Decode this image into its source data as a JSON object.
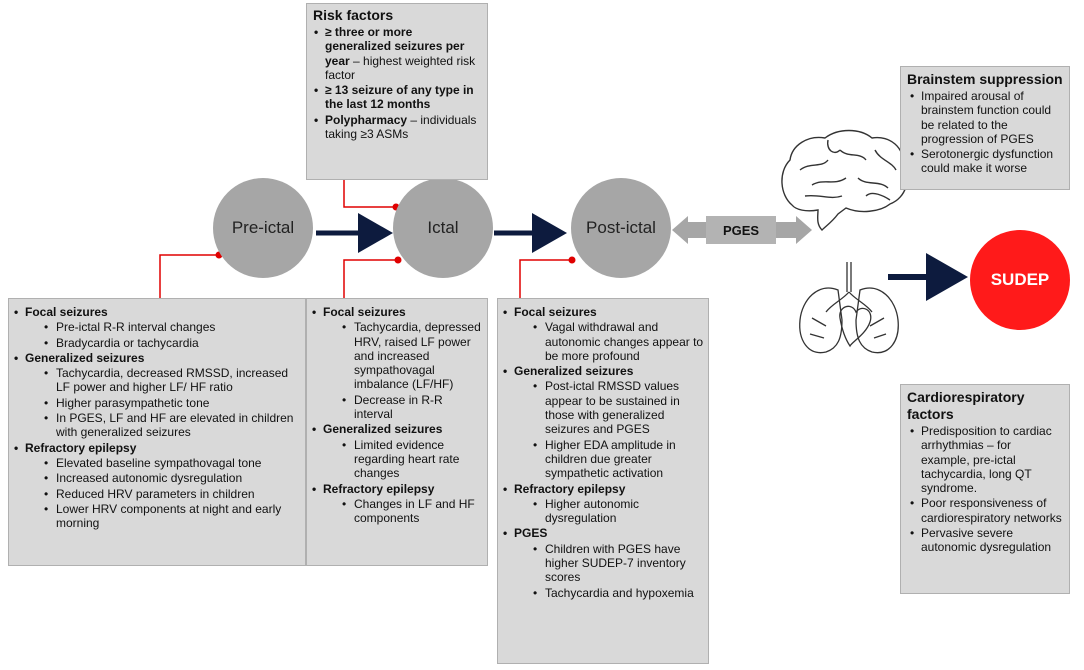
{
  "stages": {
    "preictal": "Pre-ictal",
    "ictal": "Ictal",
    "postictal": "Post-ictal",
    "pges_arrow": "PGES",
    "sudep": "SUDEP"
  },
  "risk_factors": {
    "title": "Risk factors",
    "items": [
      {
        "bold": "≥ three or more generalized seizures per year",
        "rest": " –  highest weighted risk factor"
      },
      {
        "bold": "≥ 13 seizure of any type in the last 12 months",
        "rest": ""
      },
      {
        "bold": "Polypharmacy",
        "rest": " – individuals taking ≥3 ASMs"
      }
    ]
  },
  "preictal_box": {
    "sections": [
      {
        "heading": "Focal seizures",
        "items": [
          "Pre-ictal R-R interval changes",
          "Bradycardia or tachycardia"
        ]
      },
      {
        "heading": "Generalized seizures",
        "items": [
          "Tachycardia, decreased RMSSD, increased LF power and higher LF/ HF ratio",
          "Higher parasympathetic tone",
          "In PGES, LF and HF are elevated in children with generalized seizures"
        ]
      },
      {
        "heading": "Refractory epilepsy",
        "items": [
          "Elevated baseline sympathovagal tone",
          "Increased autonomic dysregulation",
          "Reduced HRV parameters in children",
          "Lower HRV components at night and early morning"
        ]
      }
    ]
  },
  "ictal_box": {
    "sections": [
      {
        "heading": "Focal seizures",
        "items": [
          "Tachycardia, depressed HRV, raised LF power and increased sympathovagal imbalance (LF/HF)",
          "Decrease in R-R interval"
        ]
      },
      {
        "heading": "Generalized seizures",
        "items": [
          "Limited evidence regarding heart rate changes"
        ]
      },
      {
        "heading": "Refractory epilepsy",
        "items": [
          "Changes in LF and HF components"
        ]
      }
    ]
  },
  "postictal_box": {
    "sections": [
      {
        "heading": "Focal seizures",
        "items": [
          "Vagal withdrawal and autonomic changes appear to be more profound"
        ]
      },
      {
        "heading": "Generalized seizures",
        "items": [
          "Post-ictal RMSSD values appear to be sustained in those with generalized seizures and PGES",
          "Higher EDA amplitude in children due greater sympathetic activation"
        ]
      },
      {
        "heading": "Refractory epilepsy",
        "items": [
          "Higher autonomic dysregulation"
        ]
      },
      {
        "heading": "PGES",
        "items": [
          "Children with PGES have higher SUDEP-7 inventory scores",
          "Tachycardia and hypoxemia"
        ]
      }
    ]
  },
  "brainstem_box": {
    "title": "Brainstem suppression",
    "items": [
      "Impaired arousal of brainstem function could be related to the progression of PGES",
      "Serotonergic dysfunction could make it worse"
    ]
  },
  "cardio_box": {
    "title": "Cardiorespiratory factors",
    "items": [
      "Predisposition to cardiac arrhythmias – for example, pre-ictal tachycardia, long QT syndrome.",
      "Poor responsiveness of cardiorespiratory networks",
      "Pervasive severe autonomic dysregulation"
    ]
  },
  "colors": {
    "box_fill": "#d9d9d9",
    "circle_fill": "#a6a6a6",
    "arrow_dark": "#0d1b3e",
    "connector_red": "#e00000",
    "sudep_red": "#ff1a1a"
  },
  "icons": [
    "brain-icon",
    "lungs-heart-icon"
  ]
}
